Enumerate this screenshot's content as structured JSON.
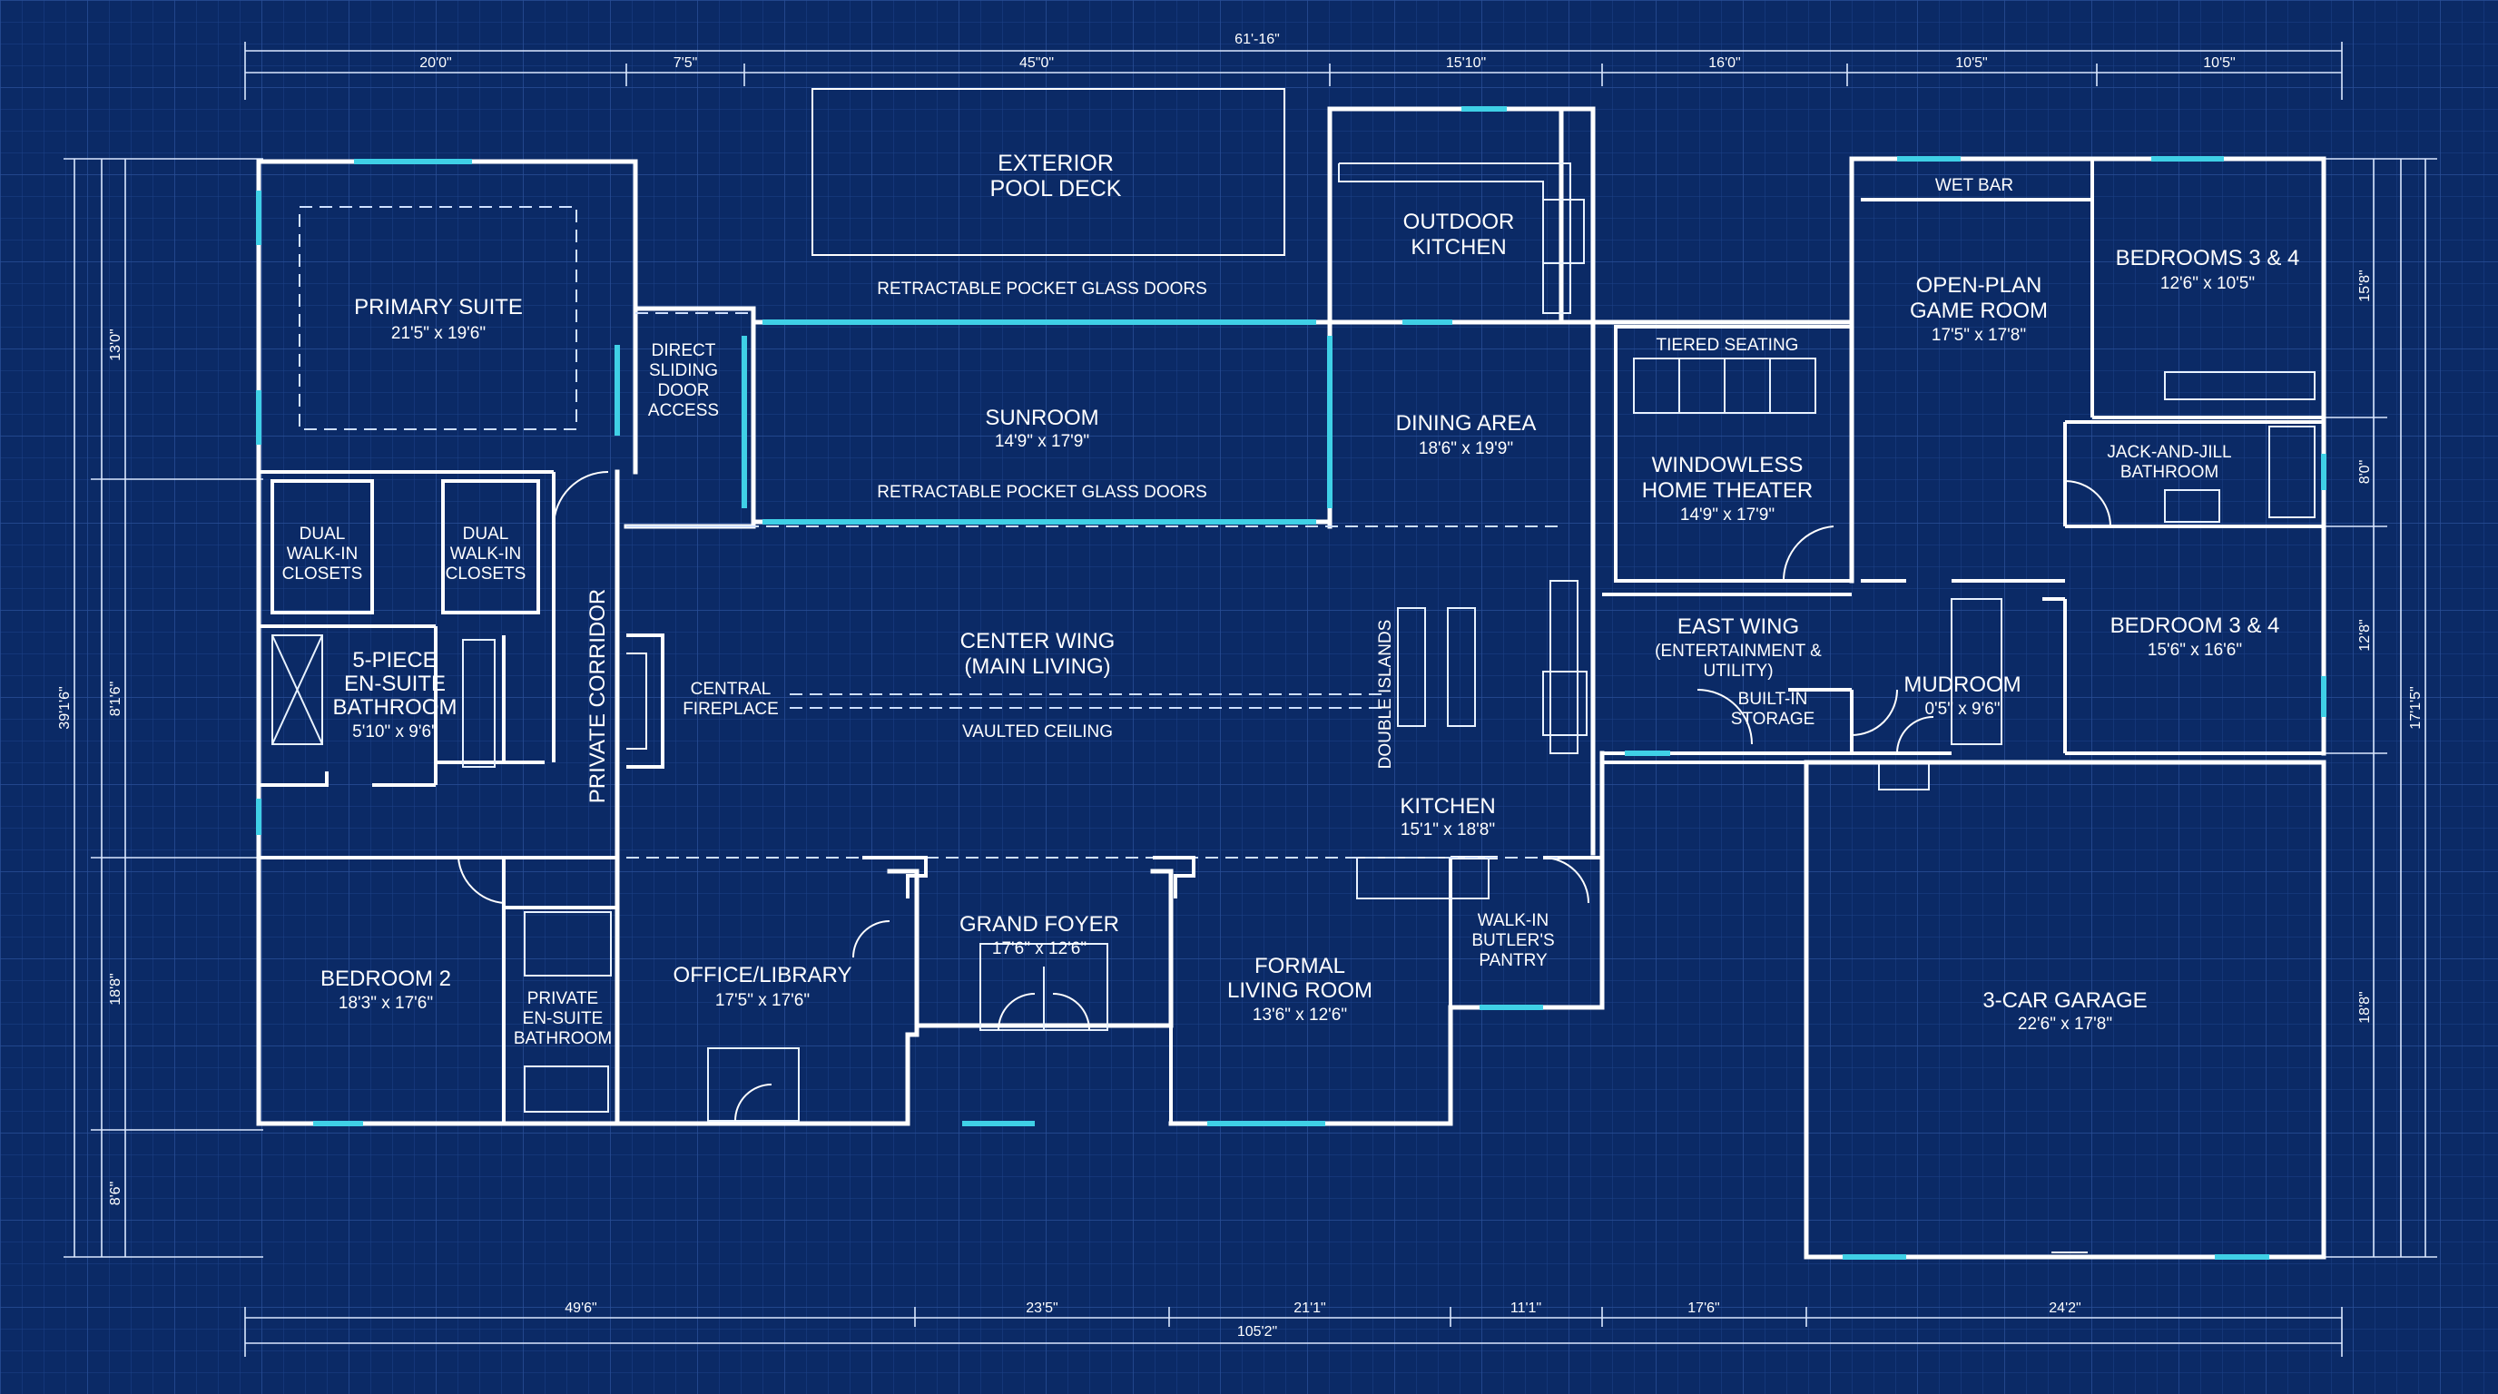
{
  "dimensions": {
    "top": {
      "overall": "61'-16\"",
      "segments": [
        "20'0\"",
        "7'5\"",
        "45\"0\"",
        "15'10\"",
        "16'0\"",
        "10'5\"",
        "10'5\""
      ]
    },
    "bottom": {
      "overall": "105'2\"",
      "segments": [
        "49'6\"",
        "23'5\"",
        "21'1\"",
        "11'1\"",
        "17'6\"",
        "24'2\""
      ]
    },
    "left": {
      "overall": "39'1'6\"",
      "segments": [
        "13'0\"",
        "8'1'6\"",
        "18'8\"",
        "8'6\""
      ]
    },
    "right": {
      "overall": "17'1'5\"",
      "segments": [
        "15'8\"",
        "8'0\"",
        "12'8\"",
        "18'8\""
      ]
    }
  },
  "rooms": {
    "pool_deck": {
      "line1": "EXTERIOR",
      "line2": "POOL DECK"
    },
    "primary_suite": {
      "name": "PRIMARY SUITE",
      "size": "21'5\" x 19'6\""
    },
    "direct_sliding": {
      "line1": "DIRECT",
      "line2": "SLIDING",
      "line3": "DOOR",
      "line4": "ACCESS"
    },
    "sunroom": {
      "name": "SUNROOM",
      "size": "14'9\" x 17'9\""
    },
    "retractable_top": "RETRACTABLE POCKET GLASS DOORS",
    "retractable_bottom": "RETRACTABLE POCKET GLASS DOORS",
    "outdoor_kitchen": {
      "line1": "OUTDOOR",
      "line2": "KITCHEN"
    },
    "dining": {
      "name": "DINING AREA",
      "size": "18'6\" x 19'9\""
    },
    "closet_left": {
      "line1": "DUAL",
      "line2": "WALK-IN",
      "line3": "CLOSETS"
    },
    "closet_right": {
      "line1": "DUAL",
      "line2": "WALK-IN",
      "line3": "CLOSETS"
    },
    "ensuite": {
      "line1": "5-PIECE",
      "line2": "EN-SUITE",
      "line3": "BATHROOM",
      "size": "5'10\" x 9'6\""
    },
    "private_corridor": "PRIVATE CORRIDOR",
    "central_fireplace": {
      "line1": "CENTRAL",
      "line2": "FIREPLACE"
    },
    "center_wing": {
      "line1": "CENTER WING",
      "line2": "(MAIN LIVING)",
      "note": "VAULTED CEILING"
    },
    "double_islands": "DOUBLE ISLANDS",
    "kitchen": {
      "name": "KITCHEN",
      "size": "15'1\" x 18'8\""
    },
    "bedroom2": {
      "name": "BEDROOM 2",
      "size": "18'3\" x 17'6\""
    },
    "private_bath": {
      "line1": "PRIVATE",
      "line2": "EN-SUITE",
      "line3": "BATHROOM"
    },
    "office": {
      "name": "OFFICE/LIBRARY",
      "size": "17'5\" x 17'6\""
    },
    "grand_foyer": {
      "name": "GRAND FOYER",
      "size": "17'6\" x 12'6\""
    },
    "formal_living": {
      "line1": "FORMAL",
      "line2": "LIVING ROOM",
      "size": "13'6\" x 12'6\""
    },
    "butlers_pantry": {
      "line1": "WALK-IN",
      "line2": "BUTLER'S",
      "line3": "PANTRY"
    },
    "home_theater": {
      "label": "TIERED SEATING",
      "line1": "WINDOWLESS",
      "line2": "HOME THEATER",
      "size": "14'9\" x 17'9\""
    },
    "east_wing": {
      "line1": "EAST WING",
      "line2": "(ENTERTAINMENT &",
      "line3": "UTILITY)"
    },
    "built_in_storage": {
      "line1": "BUILT-IN",
      "line2": "STORAGE"
    },
    "wet_bar": "WET BAR",
    "game_room": {
      "line1": "OPEN-PLAN",
      "line2": "GAME ROOM",
      "size": "17'5\" x 17'8\""
    },
    "bedrooms_34_top": {
      "name": "BEDROOMS 3 & 4",
      "size": "12'6\" x 10'5\""
    },
    "jack_jill": {
      "line1": "JACK-AND-JILL",
      "line2": "BATHROOM"
    },
    "mudroom": {
      "name": "MUDROOM",
      "size": "0'5\" x 9'6\""
    },
    "bedroom_34_bottom": {
      "name": "BEDROOM 3 & 4",
      "size": "15'6\" x 16'6\""
    },
    "garage": {
      "name": "3-CAR GARAGE",
      "size": "22'6\" x 17'8\""
    }
  },
  "colors": {
    "background": "#0b2a66",
    "grid": "#2a4f98",
    "wall": "#ffffff",
    "window": "#3fd0e6"
  }
}
